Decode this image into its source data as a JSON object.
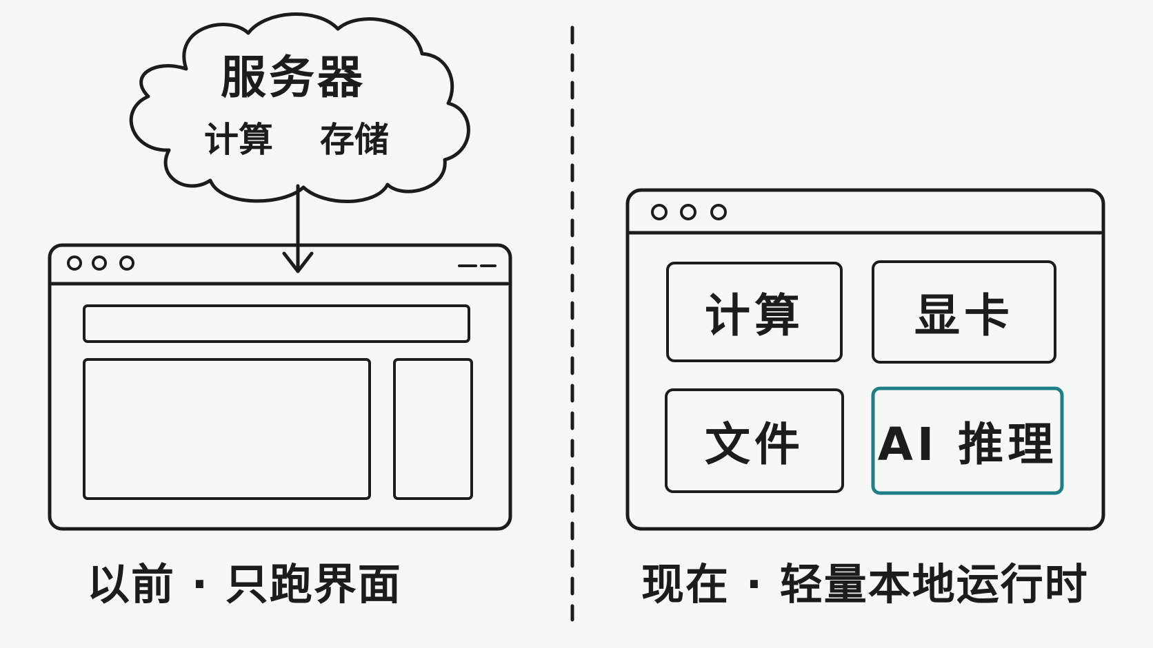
{
  "cloud": {
    "title": "服务器",
    "items": [
      "计算",
      "存储"
    ]
  },
  "left_caption": "以前 · 只跑界面",
  "right_caption": "现在 · 轻量本地运行时",
  "right_tiles": [
    {
      "label": "计算",
      "highlight": false
    },
    {
      "label": "显卡",
      "highlight": false
    },
    {
      "label": "文件",
      "highlight": false
    },
    {
      "label": "AI 推理",
      "highlight": true
    }
  ],
  "colors": {
    "ink": "#1c1c1c",
    "highlight": "#1f7f86",
    "background": "#f7f7f5"
  }
}
